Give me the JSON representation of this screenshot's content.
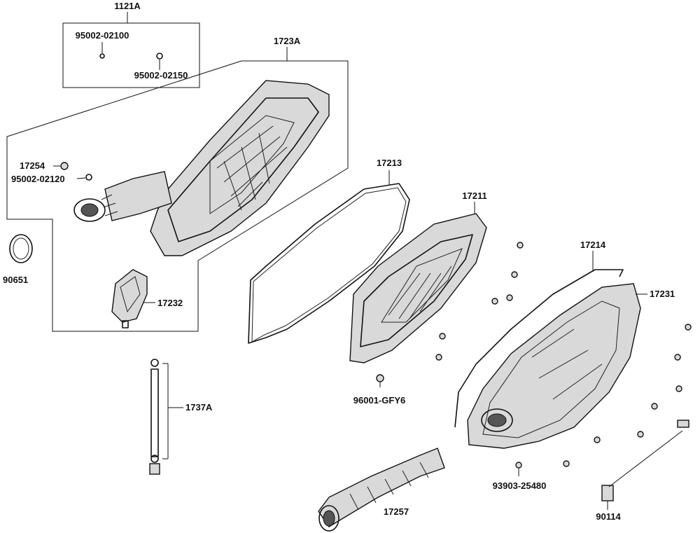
{
  "colors": {
    "line": "#111111",
    "shade": "#d9d9d9",
    "background": "#ffffff"
  },
  "labels": {
    "p1121A": "1121A",
    "p95002_02100": "95002-02100",
    "p95002_02150": "95002-02150",
    "p1723A": "1723A",
    "p17254": "17254",
    "p95002_02120": "95002-02120",
    "p90651": "90651",
    "p17232": "17232",
    "p17213": "17213",
    "p17211": "17211",
    "p17214": "17214",
    "p17231": "17231",
    "p96001_GFY6": "96001-GFY6",
    "p1737A": "1737A",
    "p93903_25480": "93903-25480",
    "p17257": "17257",
    "p90114": "90114"
  }
}
